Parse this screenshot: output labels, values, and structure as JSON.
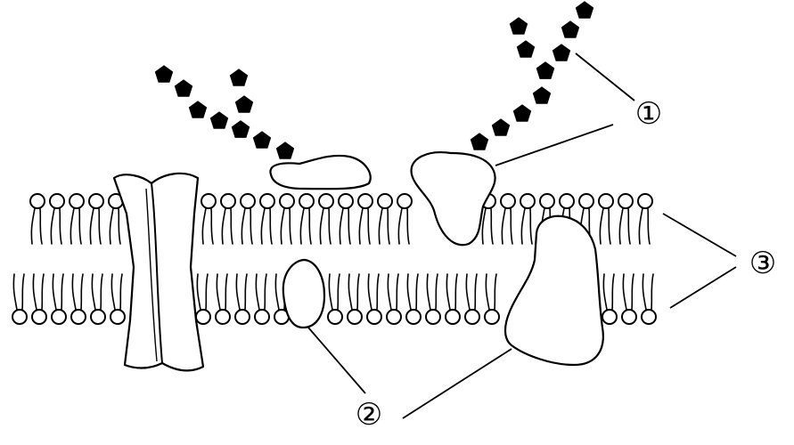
{
  "labels": [
    {
      "id": "1",
      "text": "①"
    },
    {
      "id": "2",
      "text": "②"
    },
    {
      "id": "3",
      "text": "③"
    }
  ]
}
